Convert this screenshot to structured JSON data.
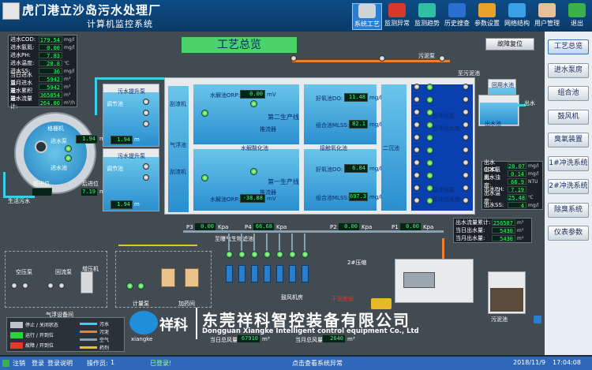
{
  "header": {
    "title": "虎门港立沙岛污水处理厂",
    "subtitle": "计算机监控系统"
  },
  "nav": [
    {
      "label": "系统工艺",
      "icon": "gears-icon",
      "color": "#d0d4d8"
    },
    {
      "label": "监测异常",
      "icon": "alarm-light-icon",
      "color": "#d8372f"
    },
    {
      "label": "监测趋势",
      "icon": "trend-chart-icon",
      "color": "#2fc0a4"
    },
    {
      "label": "历史搜查",
      "icon": "history-book-icon",
      "color": "#2a6ed0"
    },
    {
      "label": "参数设置",
      "icon": "settings-tools-icon",
      "color": "#e6a32a"
    },
    {
      "label": "网络结构",
      "icon": "network-globe-icon",
      "color": "#3aa0e6"
    },
    {
      "label": "用户管理",
      "icon": "users-icon",
      "color": "#e6c09a"
    },
    {
      "label": "退出",
      "icon": "exit-icon",
      "color": "#3ab14a"
    }
  ],
  "sidebar": [
    "工艺总览",
    "进水泵房",
    "组合池",
    "鼓风机",
    "臭氧装置",
    "1#冲洗系统",
    "2#冲洗系统",
    "除臭系统",
    "仪表参数"
  ],
  "page_title": "工艺总览",
  "fault_reset": "故障复位",
  "inlet_params": [
    {
      "label": "进水COD:",
      "value": "179.54",
      "unit": "mg/l"
    },
    {
      "label": "进水氨氮:",
      "value": "0.00",
      "unit": "mg/l"
    },
    {
      "label": "进水PH:",
      "value": "7.83",
      "unit": ""
    },
    {
      "label": "进水温度:",
      "value": "28.8",
      "unit": "℃"
    },
    {
      "label": "进水SS:",
      "value": "36",
      "unit": "mg/l"
    },
    {
      "label": "当日进水量:",
      "value": "5942",
      "unit": "m³"
    },
    {
      "label": "当月进水量:",
      "value": "5942",
      "unit": "m³"
    },
    {
      "label": "进水累积量:",
      "value": "365854",
      "unit": "m³"
    },
    {
      "label": "进水流量计:",
      "value": "264.00",
      "unit": "m³/h"
    }
  ],
  "outlet_params": [
    {
      "label": "出水COD:",
      "value": "28.07",
      "unit": "mg/l"
    },
    {
      "label": "出水氨氮:",
      "value": "0.14",
      "unit": "mg/l"
    },
    {
      "label": "出水浊度:",
      "value": "66.9",
      "unit": "NTU"
    },
    {
      "label": "出水PH:",
      "value": "7.19",
      "unit": ""
    },
    {
      "label": "出水温度:",
      "value": "25.48",
      "unit": "℃"
    },
    {
      "label": "出水SS:",
      "value": "4",
      "unit": "mg/l"
    }
  ],
  "outlet_flow": [
    {
      "label": "出水流量累计:",
      "value": "256587",
      "unit": "m³"
    },
    {
      "label": "当日出水量:",
      "value": "5430",
      "unit": "m³"
    },
    {
      "label": "当月出水量:",
      "value": "5430",
      "unit": "m³"
    }
  ],
  "well": {
    "label": "格栅机",
    "inlet": "进水泵",
    "inlet2": "进水池",
    "level_value": "1.94",
    "level_unit": "m",
    "drain_label": "后进位",
    "drain_value": "7.19",
    "unit2": "ml",
    "front_label": "前进位",
    "front_value": "",
    "sewage": "生活污水"
  },
  "basins": {
    "tiaojie1": "调节池",
    "tiaojie2": "调节池",
    "pump1": "污水提升泵",
    "pump2": "污水提升泵",
    "tiao_val1": "1.94",
    "tiao_val2": "1.94",
    "unit": "m",
    "qifu": "气浮池",
    "stir1": "刮渣机",
    "stir2": "刮渣机",
    "hydrolysis": "水解酸化池",
    "contact": "接触氧化池",
    "er": "二沉池",
    "line2": "第二生产线",
    "line1": "第一生产线",
    "orp_label": "水解池ORP:",
    "orp1": "0.00",
    "orp2": "-38.88",
    "orp_unit": "mV",
    "do_label": "好氧池DO:",
    "do1": "11.48",
    "do2": "6.84",
    "do_unit": "mg/l",
    "mlss_label": "组合池MLSS:",
    "mlss1": "82.1",
    "mlss2": "697.3",
    "mlss_unit": "mg/l",
    "pusher": "推流器",
    "sludge_pump": "污泥泵",
    "to_sludge": "至污泥池",
    "backwash_pump": "反冲洗泵",
    "backwash_tank": "反冲洗水箱",
    "backwash_fan": "反冲洗风机",
    "reuse": "回用水池",
    "outlet_label": "出水",
    "out_pool": "出水池",
    "ozone": "至曝气生物滤池",
    "p3_label": "P3",
    "p3_value": "0.00",
    "p3_unit": "Kpa",
    "p4_label": "P4",
    "p4_value": "66.68",
    "p4_unit": "Kpa",
    "p2_label": "P2",
    "p2_value": "0.00",
    "p2_unit": "Kpa",
    "p1_label": "P1",
    "p1_value": "0.00",
    "p1_unit": "Kpa",
    "blower_room": "鼓风机房",
    "dosing": "加药间",
    "lift_tank": "计量泵",
    "sludge_tank": "污泥池",
    "dry": "干泥外运",
    "gas_equip": "气浮设备间",
    "hp_pump": "增压机",
    "return_pump": "回流泵",
    "extra": "空压泵",
    "pipe_label": "2#压缩",
    "total_label1": "当日总风量:",
    "total_val1": "67910",
    "total_label2": "当月总风量:",
    "total_val2": "2640",
    "air_unit": "m³"
  },
  "legend": [
    {
      "label": "停止 / 关闭状态",
      "color": "#bfc4c9"
    },
    {
      "label": "运行 / 开到位",
      "color": "#2bd43a"
    },
    {
      "label": "故障 / 开到位",
      "color": "#e23a2a"
    }
  ],
  "legend_pipes": [
    {
      "label": "污水",
      "color": "#35d0e8"
    },
    {
      "label": "污泥",
      "color": "#f0802a"
    },
    {
      "label": "空气",
      "color": "#8aa0b0"
    },
    {
      "label": "药剂",
      "color": "#e3c52b"
    }
  ],
  "company": {
    "logo_text": "xiangke",
    "brand": "祥科",
    "name_cn": "东莞祥科智控装备有限公司",
    "name_en": "Dongguan Xiangke Intelligent control equipment Co., Ltd"
  },
  "status": {
    "logout": "注销",
    "login": "登录",
    "login_hint": "登录说明",
    "operator_label": "操作员:",
    "operator": "1",
    "login_status": "已登录!",
    "event": "点击查看系统异常",
    "date": "2018/11/9",
    "time": "17:04:08"
  }
}
